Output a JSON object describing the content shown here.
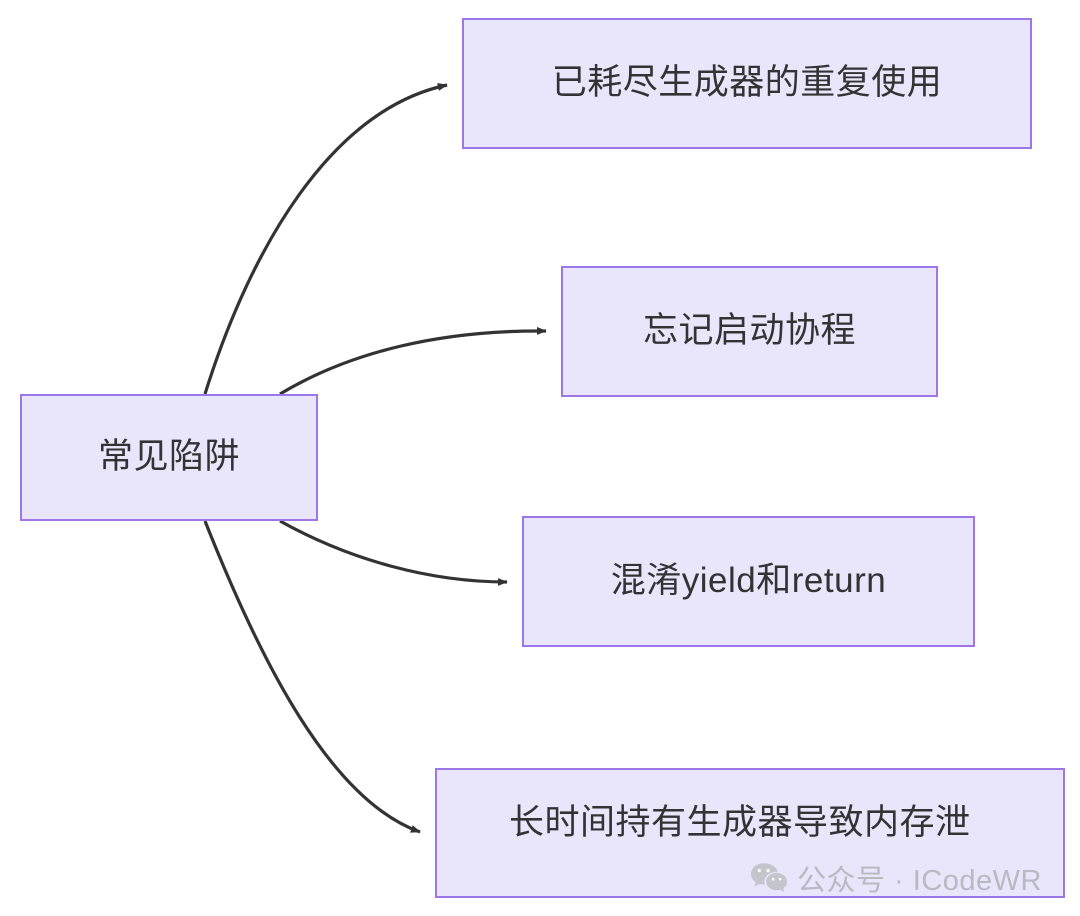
{
  "diagram": {
    "type": "mindmap-flowchart",
    "direction": "left-to-right",
    "background_color": "#ffffff",
    "node_fill": "#e9e5fb",
    "node_border": "#9d77e8",
    "node_text_color": "#333333",
    "edge_color": "#333333",
    "root": {
      "id": "root",
      "label": "常见陷阱"
    },
    "branches": [
      {
        "id": "b1",
        "label": "已耗尽生成器的重复使用"
      },
      {
        "id": "b2",
        "label": "忘记启动协程"
      },
      {
        "id": "b3",
        "label": "混淆yield和return"
      },
      {
        "id": "b4",
        "label": "长时间持有生成器导致内存泄"
      }
    ],
    "edges": [
      {
        "from": "常见陷阱",
        "to": "已耗尽生成器的重复使用"
      },
      {
        "from": "常见陷阱",
        "to": "忘记启动协程"
      },
      {
        "from": "常见陷阱",
        "to": "混淆yield和return"
      },
      {
        "from": "常见陷阱",
        "to": "长时间持有生成器导致内存泄"
      }
    ]
  },
  "watermark": {
    "icon": "wechat-icon",
    "text": "公众号 · ICodeWR",
    "color": "#b9b9c2"
  }
}
